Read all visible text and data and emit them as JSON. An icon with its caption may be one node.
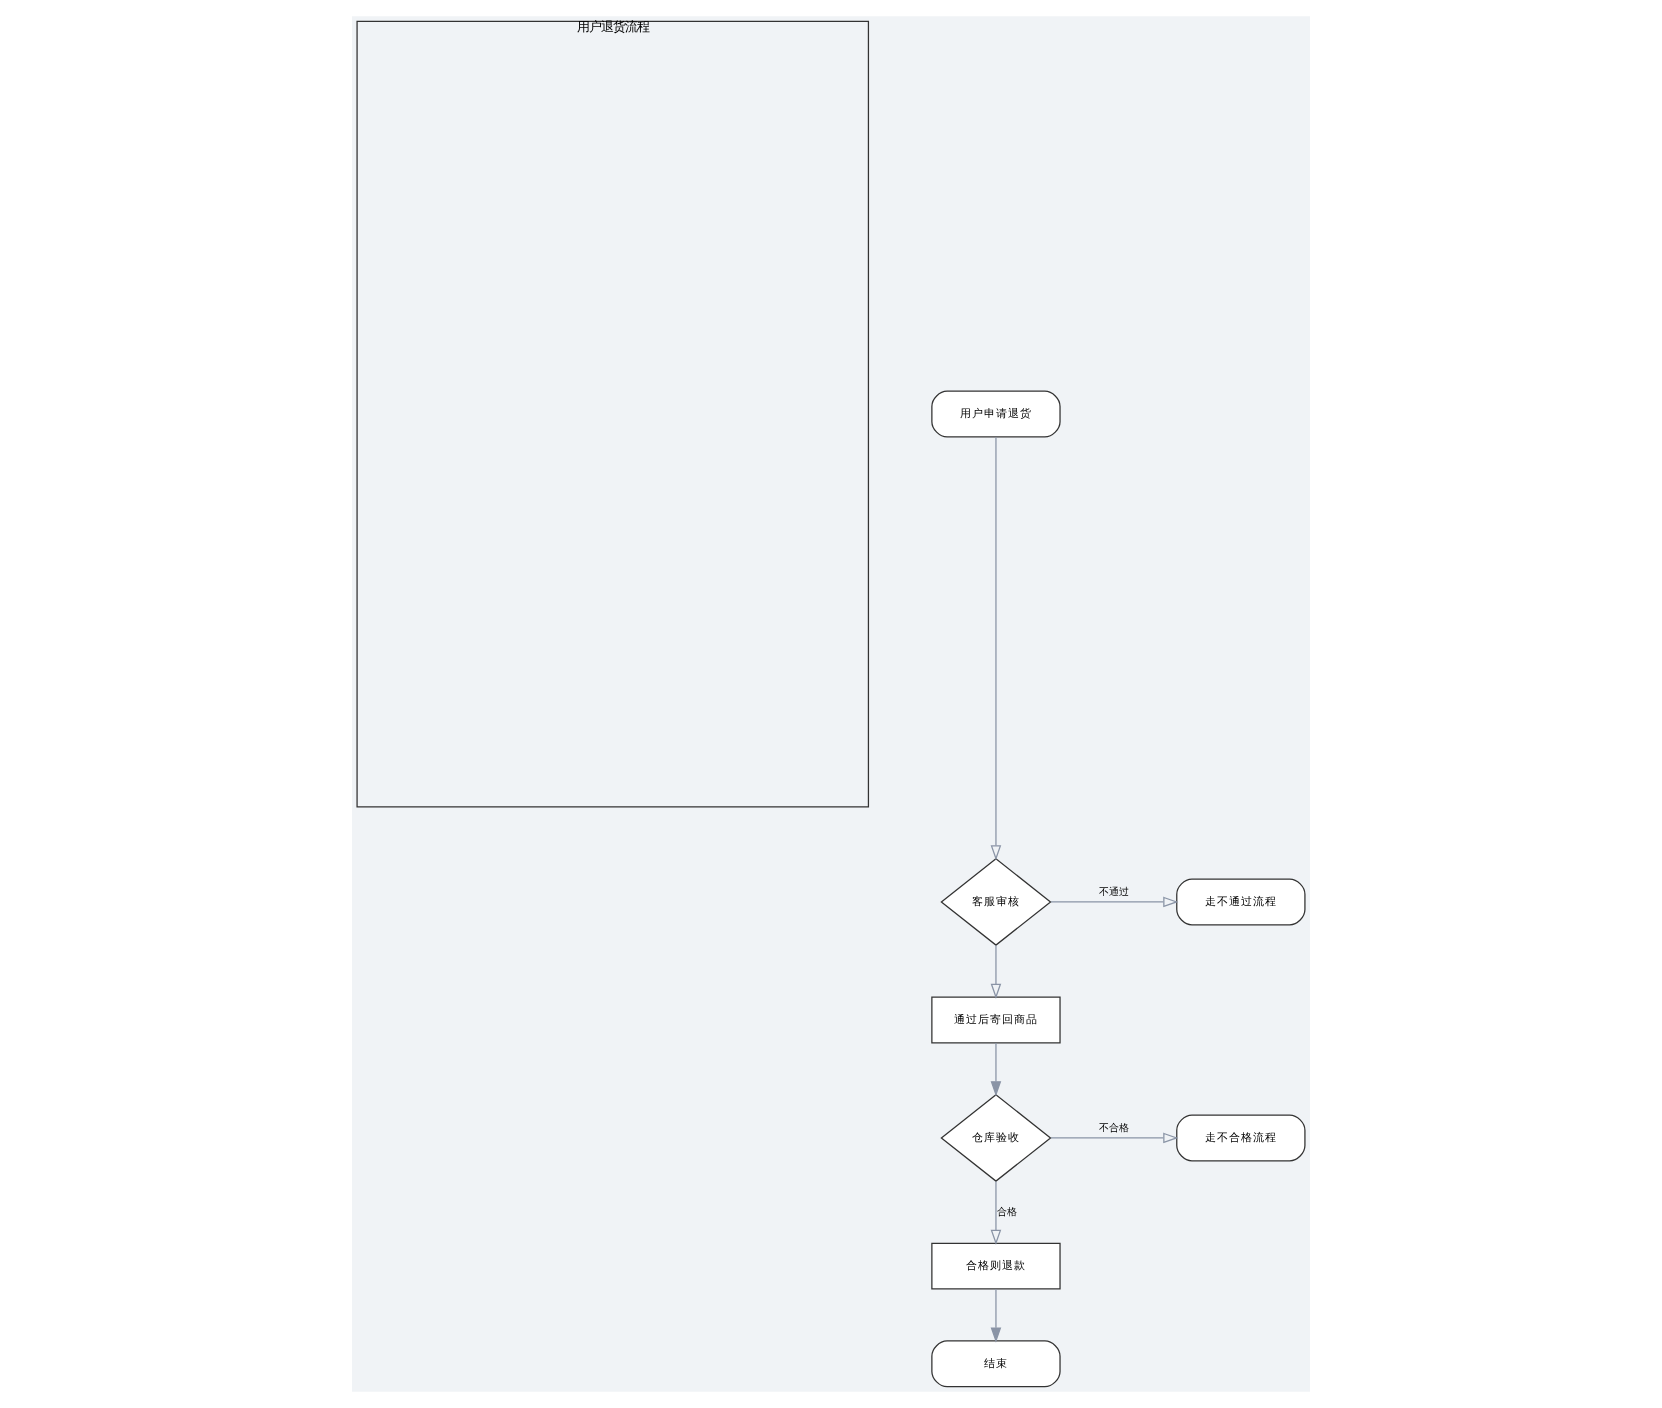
{
  "diagram": {
    "nodes": [
      {
        "text": [
          "用户退货流程"
        ]
      },
      {
        "text": [
          "用户申请退货"
        ]
      },
      {
        "text": [
          "客服审核"
        ]
      },
      {
        "text": [
          "走不通过流程"
        ]
      },
      {
        "text": [
          "通过后寄回商品"
        ]
      },
      {
        "text": [
          "仓库验收"
        ]
      },
      {
        "text": [
          "走不合格流程"
        ]
      },
      {
        "text": [
          "合格则退款"
        ]
      },
      {
        "text": [
          "结束"
        ]
      }
    ],
    "edges": [
      {
        "from": 1,
        "to": 2,
        "arrow": "to"
      },
      {
        "from": 2,
        "to": 3,
        "arrow": "to",
        "label": "不通过"
      },
      {
        "from": 2,
        "to": 4,
        "arrow": "to"
      },
      {
        "from": 4,
        "to": 5,
        "arrow": "to"
      },
      {
        "from": 5,
        "to": 6,
        "arrow": "to",
        "label": "不合格"
      },
      {
        "from": 5,
        "to": 7,
        "arrow": "to",
        "label": "合格"
      },
      {
        "from": 7,
        "to": 8,
        "arrow": "to"
      }
    ]
  }
}
